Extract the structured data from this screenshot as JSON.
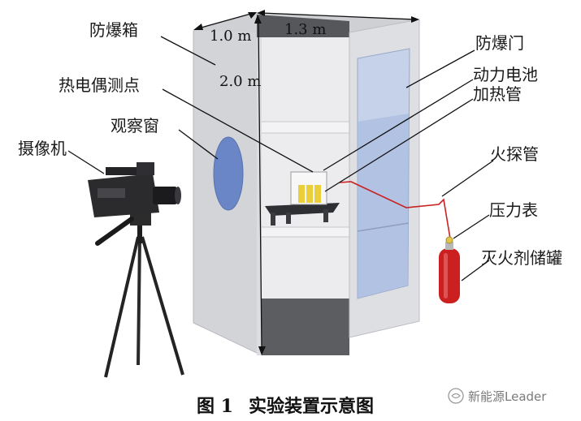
{
  "labels": {
    "box": "防爆箱",
    "door": "防爆门",
    "thermocouple": "热电偶测点",
    "battery": "动力电池",
    "heater": "加热管",
    "window": "观察窗",
    "camera": "摄像机",
    "fire_tube": "火探管",
    "gauge": "压力表",
    "extinguisher": "灭火剂储罐"
  },
  "dimensions": {
    "depth": "1.0 m",
    "width": "1.3 m",
    "height": "2.0 m"
  },
  "caption": {
    "figure": "图 1",
    "title": "实验装置示意图"
  },
  "watermark": "新能源Leader",
  "colors": {
    "box_side": "#d3d4d8",
    "box_front": "#e9e9ec",
    "door_glass": "#b9c8e4",
    "window": "#6a86c6",
    "extinguisher": "#cc1f1f",
    "fire_tube": "#c92222",
    "battery": "#ebcf3a"
  }
}
